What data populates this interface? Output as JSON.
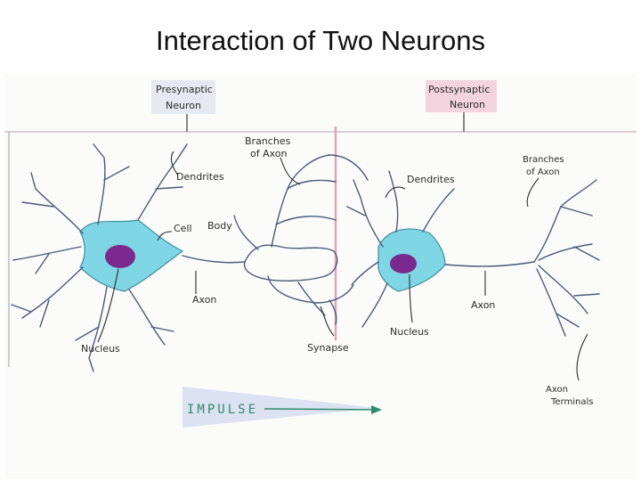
{
  "title": "Interaction of Two Neurons",
  "colors": {
    "cell_body": "#7fd6e4",
    "nucleus": "#7a2a8e",
    "impulse": "#2e8b6a",
    "presynaptic_box": "#d3d9e8",
    "postsynaptic_box": "#e8b6c9",
    "divider": "#d9a6b5"
  },
  "labels": {
    "presynaptic_line1": "Presynaptic",
    "presynaptic_line2": "Neuron",
    "postsynaptic_line1": "Postsynaptic",
    "postsynaptic_line2": "Neuron",
    "branches_left_line1": "Branches",
    "branches_left_line2": "of Axon",
    "dendrites_left": "Dendrites",
    "cell_body_1": "Cell",
    "cell_body_2": "Body",
    "axon_left": "Axon",
    "nucleus_left": "Nucleus",
    "synapse": "Synapse",
    "dendrites_right": "Dendrites",
    "branches_right_line1": "Branches",
    "branches_right_line2": "of Axon",
    "nucleus_right": "Nucleus",
    "axon_right": "Axon",
    "terminals_line1": "Axon",
    "terminals_line2": "Terminals",
    "impulse": "IMPULSE"
  }
}
